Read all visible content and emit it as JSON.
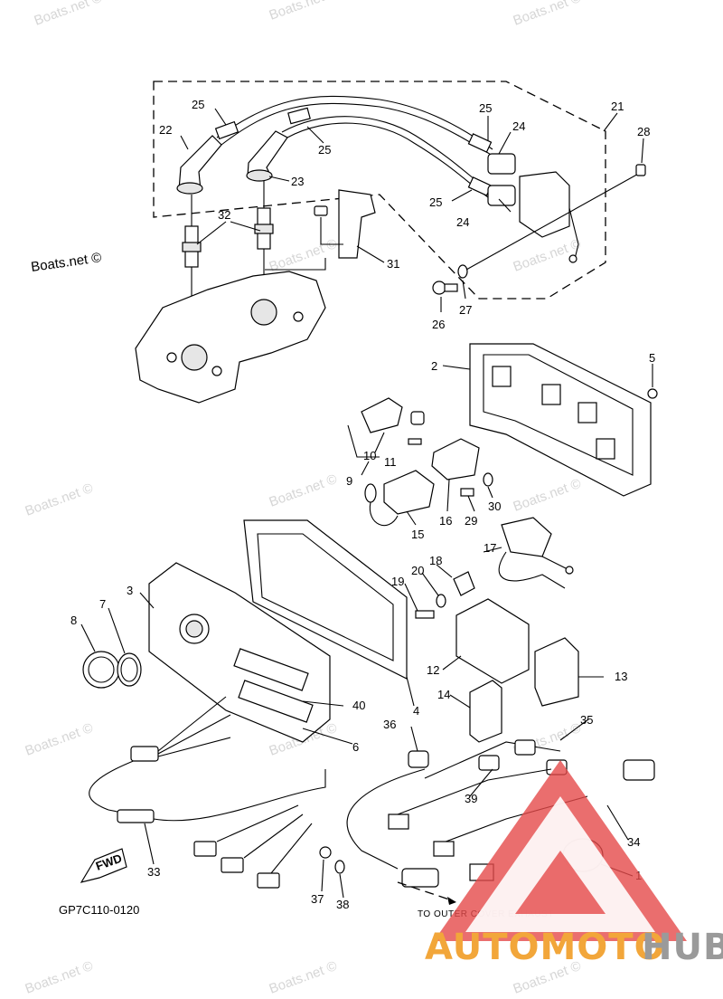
{
  "watermark": "Boats.net ©",
  "drawing_code": "GP7C110-0120",
  "fwd_label": "FWD",
  "note": "TO OUTER COVER EXHAUST",
  "logo": {
    "part1": "AUTOMOTO",
    "part2": "HUB",
    "color_primary": "#f2a63a",
    "color_secondary": "#9a9a9a",
    "triangle_color": "#e54a4a"
  },
  "labels": {
    "p1": "1",
    "p2": "2",
    "p3": "3",
    "p4": "4",
    "p5": "5",
    "p6": "6",
    "p7": "7",
    "p8": "8",
    "p9": "9",
    "p10": "10",
    "p11": "11",
    "p12": "12",
    "p13": "13",
    "p14": "14",
    "p15": "15",
    "p16": "16",
    "p17": "17",
    "p18": "18",
    "p19": "19",
    "p20": "20",
    "p21": "21",
    "p22": "22",
    "p23": "23",
    "p24a": "24",
    "p24b": "24",
    "p25a": "25",
    "p25b": "25",
    "p25c": "25",
    "p25d": "25",
    "p26": "26",
    "p27": "27",
    "p28": "28",
    "p29": "29",
    "p30": "30",
    "p31": "31",
    "p32": "32",
    "p33": "33",
    "p34": "34",
    "p35": "35",
    "p36": "36",
    "p37": "37",
    "p38": "38",
    "p39": "39",
    "p40": "40"
  }
}
